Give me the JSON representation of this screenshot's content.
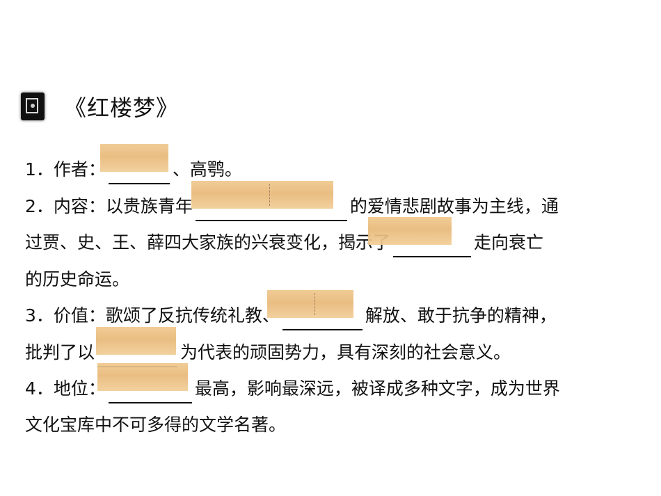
{
  "title": "《红楼梦》",
  "icon": "framed-box-icon",
  "colors": {
    "patch": "#e8b878",
    "text": "#111111"
  },
  "items": [
    {
      "num": "1．",
      "label": "作者：",
      "parts": [
        "、高鹗。"
      ]
    },
    {
      "num": "2．",
      "label": "内容：以贵族青年",
      "parts": [
        "的爱情悲剧故事为主线，通",
        "过贾、史、王、薛四大家族的兴衰变化，揭示了",
        "走向衰亡",
        "的历史命运。"
      ]
    },
    {
      "num": "3．",
      "label": "价值：歌颂了反抗传统礼教、",
      "parts": [
        "解放、敢于抗争的精神，",
        "批判了以",
        "为代表的顽固势力，具有深刻的社会意义。"
      ]
    },
    {
      "num": "4．",
      "label": "地位：",
      "parts": [
        "最高，影响最深远，被译成多种文字，成为世界",
        "文化宝库中不可多得的文学名著。"
      ]
    }
  ]
}
